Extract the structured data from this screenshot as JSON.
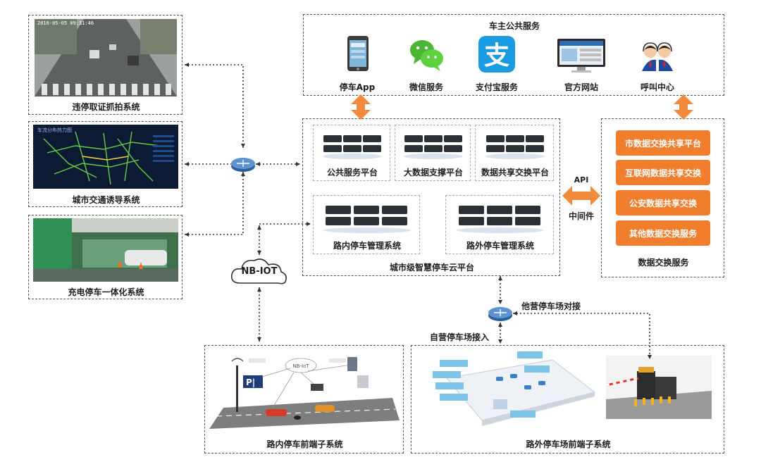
{
  "left_panels": {
    "enforcement": "违停取证抓拍系统",
    "traffic": "城市交通诱导系统",
    "charging": "充电停车一体化系统",
    "traffic_map_caption": "车流分布热力图",
    "overlay_stamp": "2016-05-05 09:31:46"
  },
  "public_services": {
    "title": "车主公共服务",
    "items": [
      "停车App",
      "微信服务",
      "支付宝服务",
      "官方网站",
      "呼叫中心"
    ]
  },
  "cloud": {
    "title": "城市级智慧停车云平台",
    "platforms": [
      "公共服务平台",
      "大数据支撑平台",
      "数据共享交换平台"
    ],
    "systems": [
      "路内停车管理系统",
      "路外停车管理系统"
    ]
  },
  "middleware": {
    "api": "API",
    "label": "中间件"
  },
  "data_exchange": {
    "title": "数据交换服务",
    "buttons": [
      "市数据交换共享平台",
      "互联网数据共享交换",
      "公安数据共享交换",
      "其他数据交换服务"
    ]
  },
  "network": {
    "nbiot": "NB-IOT"
  },
  "connections": {
    "external": "他营停车场对接",
    "self": "自营停车场接入"
  },
  "front_end": {
    "onstreet": "路内停车前端子系统",
    "offstreet": "路外停车场前端子系统",
    "pole_text": "P|",
    "nbiot_cloud": "NB-IoT"
  },
  "colors": {
    "orange": "#f07e2c",
    "dark_blue": "#1f3d78",
    "link": "#333333"
  }
}
